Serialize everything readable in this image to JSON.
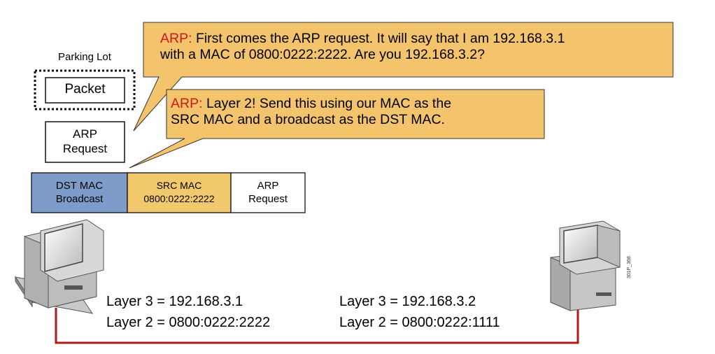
{
  "callouts": [
    {
      "tag": "ARP:",
      "lines": [
        "First comes the ARP request. It will say that I am 192.168.3.1",
        "with a MAC of 0800:0222:2222.  Are you 192.168.3.2?"
      ]
    },
    {
      "tag": "ARP:",
      "lines": [
        "Layer 2! Send this using our MAC as the",
        "SRC MAC and a broadcast as the DST MAC."
      ]
    }
  ],
  "parking_lot": {
    "title": "Parking Lot",
    "packet_label": "Packet"
  },
  "arp_request_box": {
    "lines": [
      "ARP",
      "Request"
    ]
  },
  "frame": [
    {
      "lines": [
        "DST MAC",
        "Broadcast"
      ],
      "color": "#7d9cc9"
    },
    {
      "lines": [
        "SRC MAC",
        "0800:0222:2222"
      ],
      "color": "#f2c86d"
    },
    {
      "lines": [
        "ARP",
        "Request"
      ],
      "color": "#ffffff"
    }
  ],
  "hosts": [
    {
      "layer3": "Layer 3 = 192.168.3.1",
      "layer2": "Layer 2 = 0800:0222:2222"
    },
    {
      "layer3": "Layer 3 = 192.168.3.2",
      "layer2": "Layer 2 = 0800:0222:1111"
    }
  ],
  "figure_id": "301P_368",
  "colors": {
    "callout_fill": "#f3c46b",
    "tag_red": "#d01818",
    "cable": "#b01a1a"
  }
}
